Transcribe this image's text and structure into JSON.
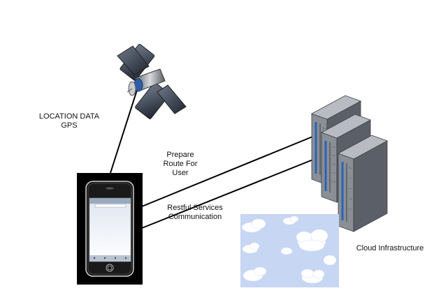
{
  "colors": {
    "background": "#ffffff",
    "line": "#000000",
    "cloud_sky": "#c6d6f3",
    "server_face": "#8a8f96",
    "server_side": "#5b6068",
    "server_top": "#b8bcc2",
    "led_blue": "#2a63b8"
  },
  "icons": {
    "satellite": "satellite-icon",
    "phone": "smartphone-icon",
    "servers": "server-rack-icon",
    "cloud": "cloud-icon"
  },
  "labels": {
    "gps_line1": "LOCATION DATA",
    "gps_line2": "GPS",
    "route_line1": "Prepare",
    "route_line2": "Route For",
    "route_line3": "User",
    "restful_line1": "Restful Services",
    "restful_line2": "Communication",
    "cloud": "Cloud Infrastructure"
  }
}
